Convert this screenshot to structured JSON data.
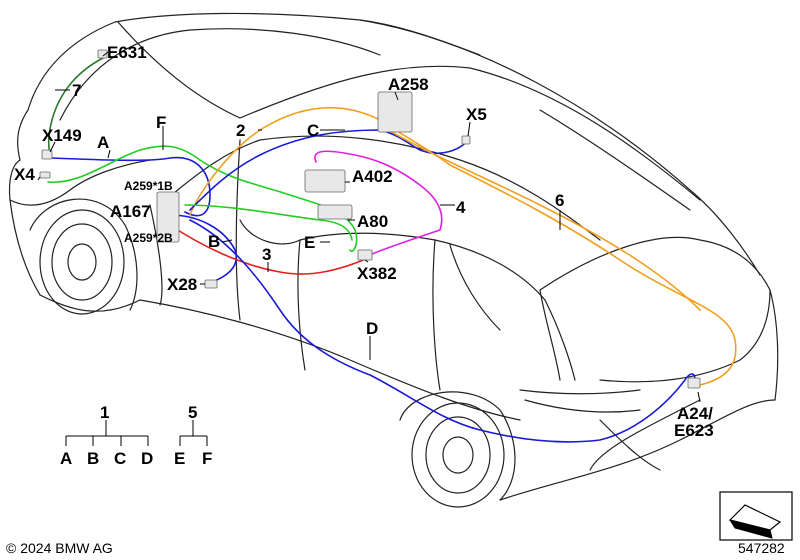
{
  "callouts": {
    "E631": "E631",
    "n7": "7",
    "X149": "X149",
    "A": "A",
    "F": "F",
    "X4": "X4",
    "n2": "2",
    "C": "C",
    "A258": "A258",
    "X5": "X5",
    "A259_1B": "A259*1B",
    "A167": "A167",
    "A259_2B": "A259*2B",
    "B": "B",
    "n3": "3",
    "E": "E",
    "A402": "A402",
    "n4": "4",
    "A80": "A80",
    "X382": "X382",
    "X28": "X28",
    "D": "D",
    "n6": "6",
    "A24": "A24/",
    "E623": "E623"
  },
  "legend": {
    "group1": {
      "root": "1",
      "children": [
        "A",
        "B",
        "C",
        "D"
      ]
    },
    "group5": {
      "root": "5",
      "children": [
        "E",
        "F"
      ]
    }
  },
  "footer": {
    "copyright": "© 2024 BMW AG",
    "image_number": "547282"
  },
  "wire_colors": {
    "A": "#1a1ad8",
    "B": "#1a1ad8",
    "C": "#1a1ad8",
    "D": "#1a1ad8",
    "E": "#22cc22",
    "F": "#22cc22",
    "n7": "#2a7a2a",
    "n2": "#f0a020",
    "n6": "#f0a020",
    "n3": "#e02020",
    "n4": "#e020e0"
  },
  "icons": [
    "connector-icon",
    "control-unit-icon",
    "direction-arrow-icon"
  ]
}
